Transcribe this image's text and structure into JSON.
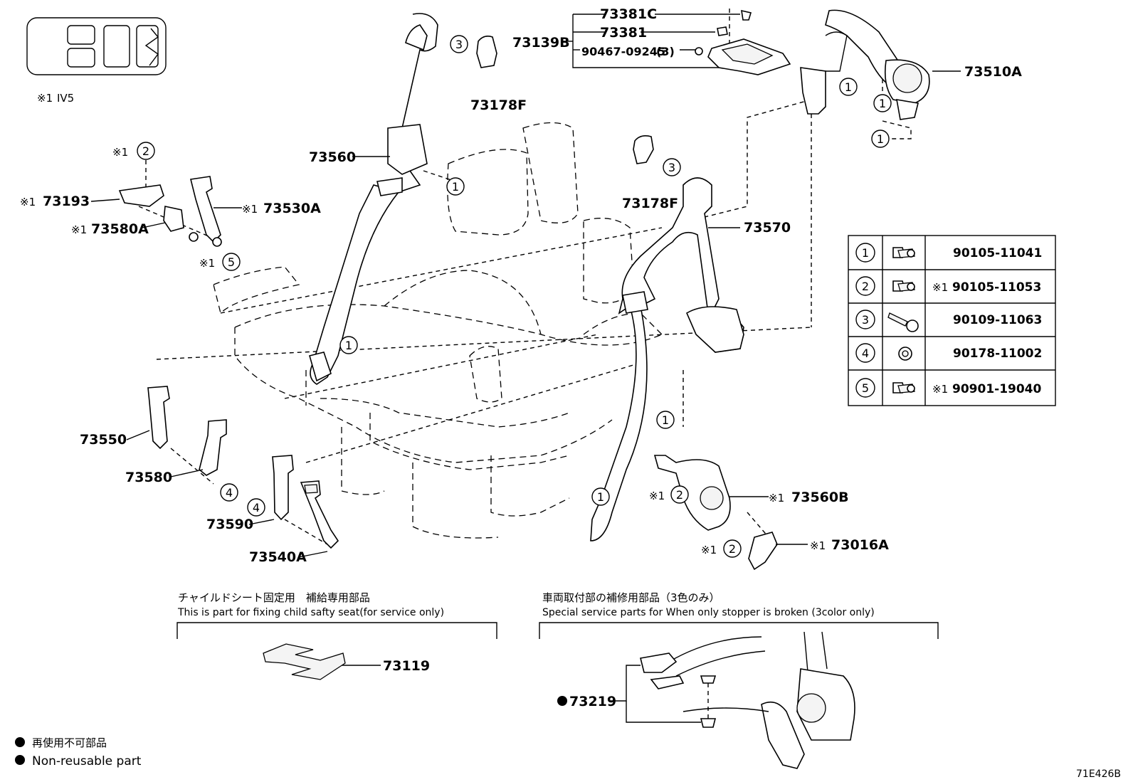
{
  "diagram_code": "71E426B",
  "note_mark": "※1",
  "note_text": "IV5",
  "labels": {
    "p73381C": "73381C",
    "p73381": "73381",
    "p73139B": "73139B",
    "p9046709245": "90467-09245",
    "q9046709245": "(3)",
    "p73510A": "73510A",
    "p73178F_a": "73178F",
    "p73178F_b": "73178F",
    "p73560": "73560",
    "p73570": "73570",
    "p73193": "73193",
    "p73530A": "73530A",
    "p73580A": "73580A",
    "p73550": "73550",
    "p73580": "73580",
    "p73590": "73590",
    "p73540A": "73540A",
    "p73560B": "73560B",
    "p73016A": "73016A",
    "p73119": "73119",
    "p73219": "73219"
  },
  "callouts": [
    "1",
    "2",
    "3",
    "4",
    "5"
  ],
  "bolt_table": [
    {
      "key": "1",
      "mark": "",
      "part": "90105-11041"
    },
    {
      "key": "2",
      "mark": "※1",
      "part": "90105-11053"
    },
    {
      "key": "3",
      "mark": "",
      "part": "90109-11063"
    },
    {
      "key": "4",
      "mark": "",
      "part": "90178-11002"
    },
    {
      "key": "5",
      "mark": "※1",
      "part": "90901-19040"
    }
  ],
  "section_child": {
    "title_jp": "チャイルドシート固定用　補給専用部品",
    "title_en": "This is part for fixing child safty seat(for service only)"
  },
  "section_stopper": {
    "title_jp": "車両取付部の補修用部品（3色のみ）",
    "title_en": "Special service parts for When only stopper is broken (3color only)"
  },
  "legend": {
    "jp": "再使用不可部品",
    "en": "Non-reusable part"
  }
}
